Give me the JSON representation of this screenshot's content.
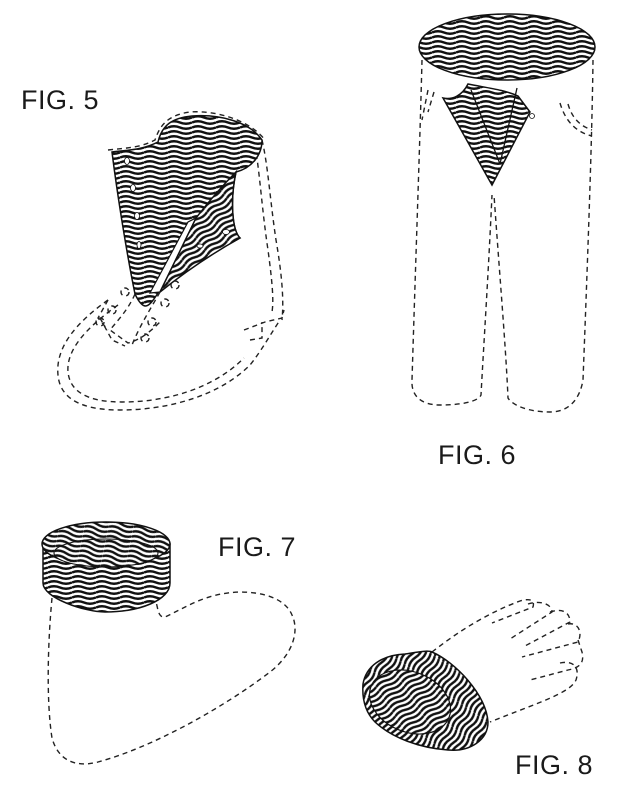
{
  "sheet": {
    "type": "patent design drawing sheet",
    "ink_color": "#111111",
    "background": "#ffffff"
  },
  "figures": [
    {
      "id": "fig5",
      "label": "FIG. 5",
      "subject": "boot",
      "shaded_part": "tongue and collar lining"
    },
    {
      "id": "fig6",
      "label": "FIG. 6",
      "subject": "pants",
      "shaded_part": "waistband opening and fly"
    },
    {
      "id": "fig7",
      "label": "FIG. 7",
      "subject": "sock",
      "shaded_part": "cuff"
    },
    {
      "id": "fig8",
      "label": "FIG. 8",
      "subject": "glove",
      "shaded_part": "wrist cuff"
    }
  ]
}
